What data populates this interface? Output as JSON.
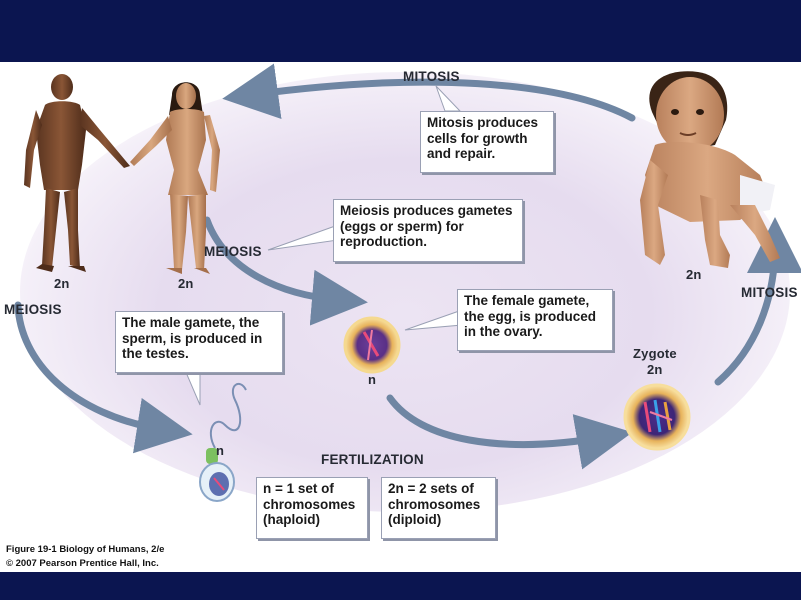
{
  "labels": {
    "mitosis_top": "MITOSIS",
    "mitosis_right": "MITOSIS",
    "meiosis_mid": "MEIOSIS",
    "meiosis_left": "MEIOSIS",
    "fertilization": "FERTILIZATION",
    "male_ploidy": "2n",
    "female_ploidy": "2n",
    "baby_ploidy": "2n",
    "egg_ploidy": "n",
    "sperm_ploidy": "n",
    "zygote": "Zygote",
    "zygote_ploidy": "2n"
  },
  "boxes": {
    "mitosis": "Mitosis produces cells for growth and repair.",
    "meiosis": "Meiosis produces gametes (eggs or sperm) for reproduction.",
    "male_gamete": "The male gamete, the sperm, is produced in the testes.",
    "female_gamete": "The female gamete, the egg, is produced in the ovary.",
    "haploid": "n = 1 set of chromosomes (haploid)",
    "diploid": "2n = 2 sets of chromosomes (diploid)"
  },
  "credits": {
    "figure": "Figure 19-1  Biology of Humans, 2/e",
    "copyright": "© 2007 Pearson Prentice Hall, Inc."
  },
  "colors": {
    "banner": "#0b1550",
    "arrow": "#6f86a3",
    "ellipse": "#e6dcef"
  }
}
